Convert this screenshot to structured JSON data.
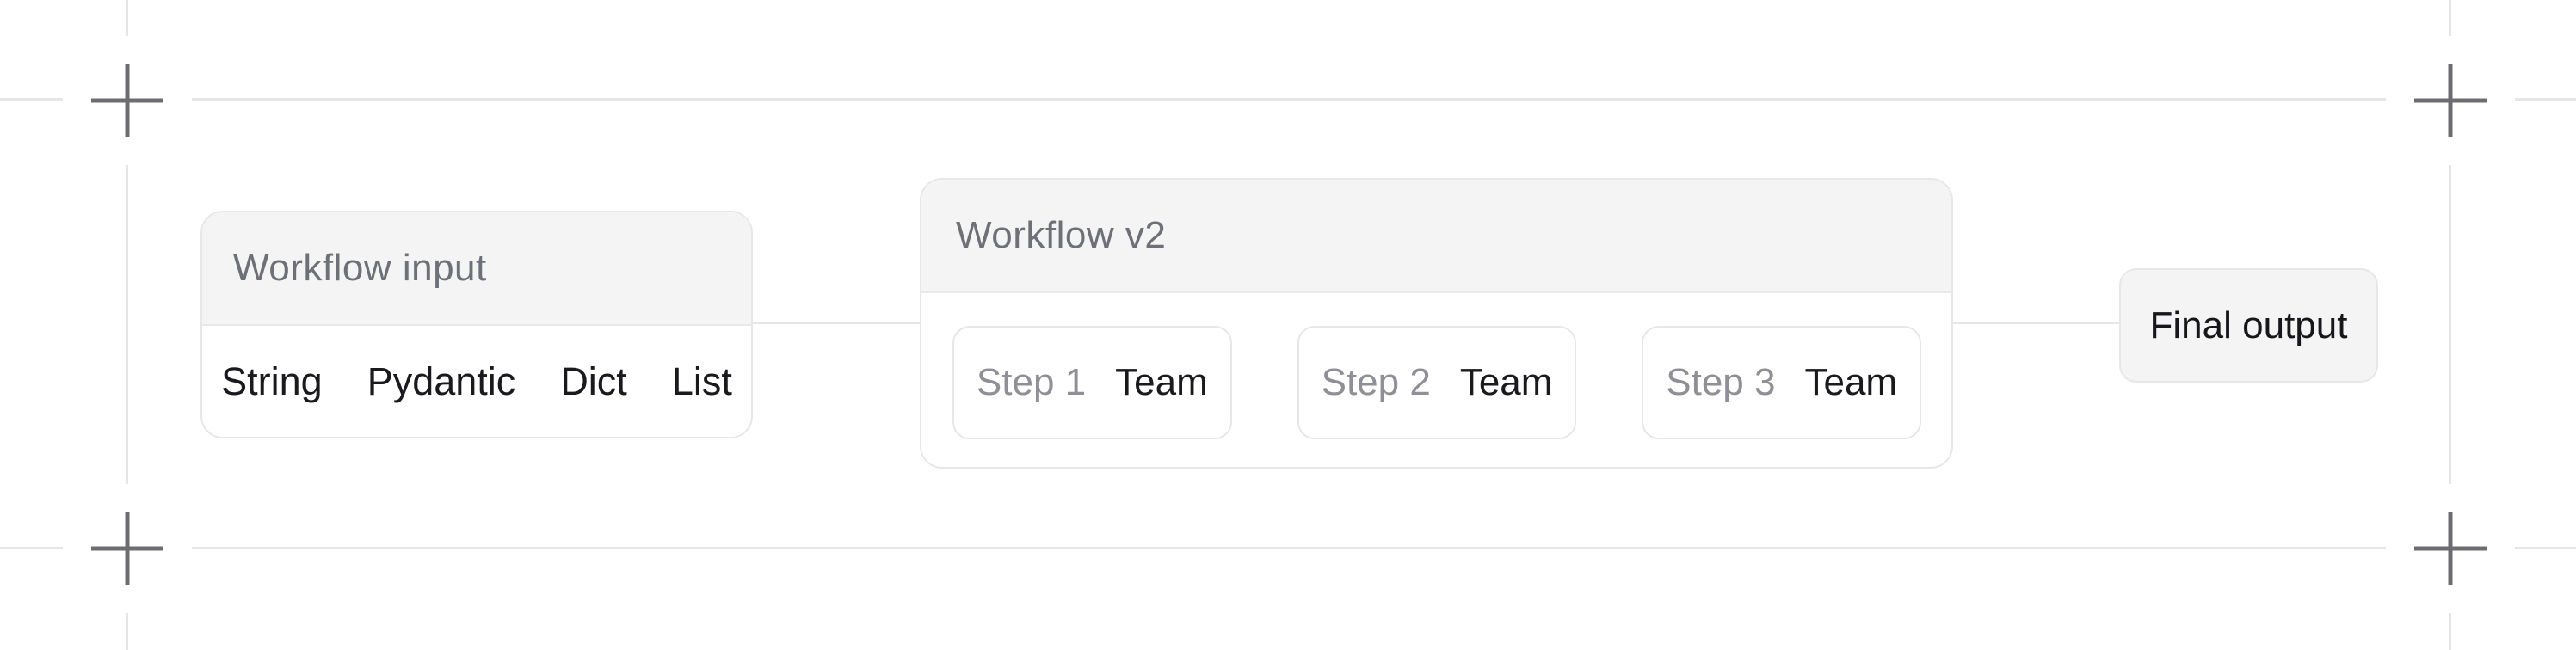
{
  "figure": {
    "background": "#ffffff",
    "guide_line_color": "#e6e6e8",
    "crop_mark_color": "#6d6d71",
    "node_border_color": "#e7e7e9",
    "node_header_bg": "#f4f4f5",
    "title_text_color": "#6e7078",
    "muted_text_color": "#8f8f97",
    "text_color": "#1a1a1e"
  },
  "icons": {
    "crop_mark": "crosshair-plus"
  },
  "workflow_input": {
    "title": "Workflow input",
    "items": [
      "String",
      "Pydantic",
      "Dict",
      "List"
    ]
  },
  "workflow_v2": {
    "title": "Workflow v2",
    "steps": [
      {
        "label": "Step 1",
        "type": "Team"
      },
      {
        "label": "Step 2",
        "type": "Team"
      },
      {
        "label": "Step 3",
        "type": "Team"
      }
    ]
  },
  "final_output": {
    "label": "Final output"
  }
}
